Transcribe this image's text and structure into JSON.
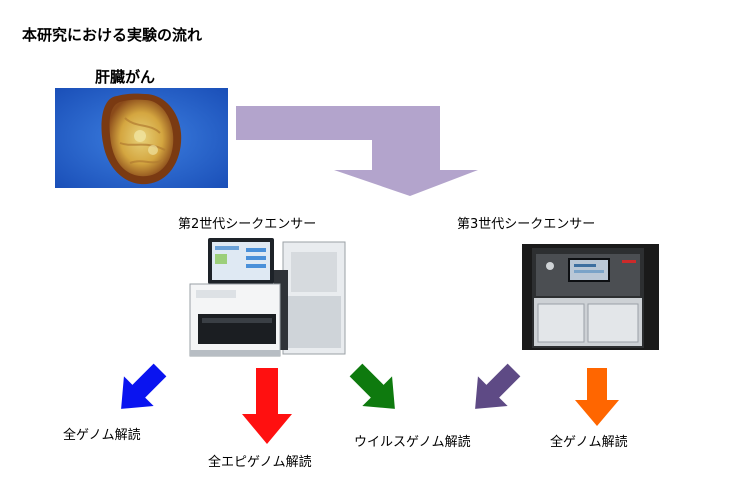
{
  "title": "本研究における実験の流れ",
  "sample": {
    "label": "肝臓がん",
    "image_icon": "liver-tumor-photo"
  },
  "sequencers": [
    {
      "label": "第2世代シークエンサー",
      "image_icon": "ngs-sequencer-machine"
    },
    {
      "label": "第3世代シークエンサー",
      "image_icon": "long-read-sequencer-machine"
    }
  ],
  "outputs": [
    {
      "label": "全ゲノム解読",
      "arrow_color": "#0a14f0"
    },
    {
      "label": "全エピゲノム解読",
      "arrow_color": "#ff1010"
    },
    {
      "label": "ウイルスゲノム解読",
      "arrow_color": "#0e7a0e"
    },
    {
      "label": "全ゲノム解読",
      "arrow_color": "#5e4a85"
    }
  ],
  "extra_output_arrow_color": "#ff6600",
  "flow_arrow_color": "#b3a4cc"
}
